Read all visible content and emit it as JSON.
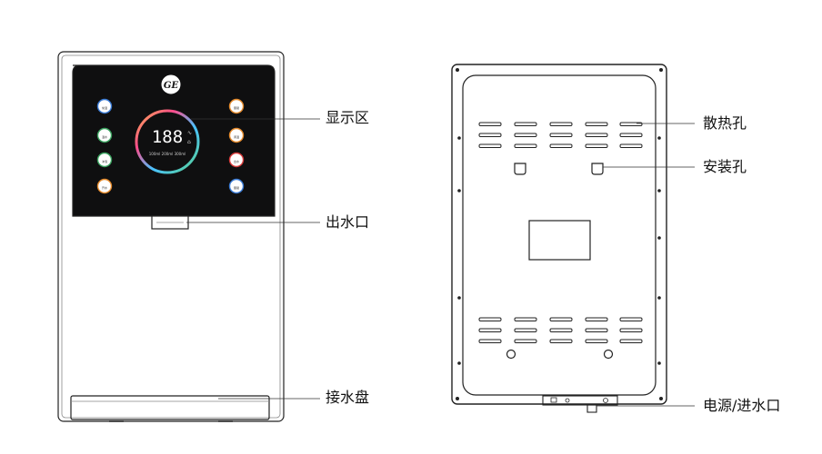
{
  "front": {
    "logo_text": "GE",
    "display_digits": "188",
    "display_units": [
      "100ml",
      "200ml",
      "300ml"
    ],
    "left_button_labels": [
      "常温",
      "温水",
      "冲泡",
      "开水"
    ],
    "right_button_labels": [
      "童锁",
      "调温",
      "出水",
      "童锁"
    ]
  },
  "callouts": {
    "display": "显示区",
    "outlet": "出水口",
    "drip_tray": "接水盘",
    "vents": "散热孔",
    "mount_holes": "安装孔",
    "power_inlet": "电源/进水口"
  },
  "colors": {
    "outline": "#222222",
    "ring_1": "#ff4b8b",
    "ring_2": "#ffb84d",
    "ring_3": "#4ac1ff",
    "ring_4": "#58d18c",
    "btn_blue": "#3a7bd5",
    "btn_green": "#3aa35f",
    "btn_orange": "#e58a2b",
    "btn_red": "#d83b3b"
  }
}
